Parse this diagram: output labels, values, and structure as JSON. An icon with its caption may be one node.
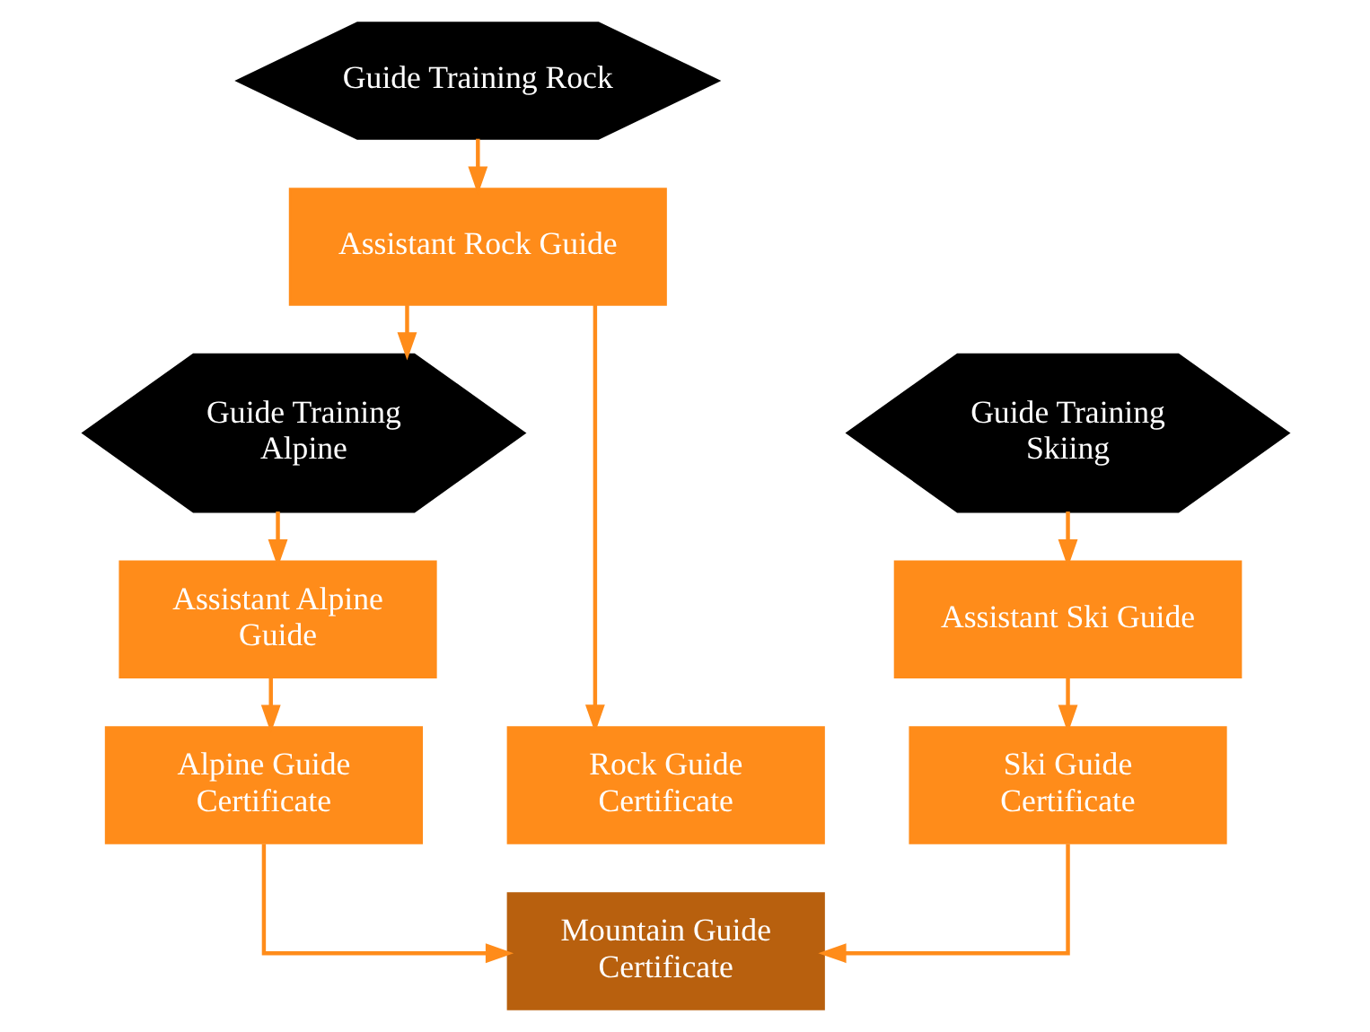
{
  "diagram": {
    "nodes": [
      {
        "text": [
          "Guide Training Rock"
        ]
      },
      {
        "text": [
          "Assistant Rock Guide"
        ]
      },
      {
        "text": [
          "Guide Training Alpine"
        ]
      },
      {
        "text": [
          "Guide Training Skiing"
        ]
      },
      {
        "text": [
          "Assistant Alpine Guide"
        ]
      },
      {
        "text": [
          "Assistant Ski Guide"
        ]
      },
      {
        "text": [
          "Rock Guide Certificate"
        ]
      },
      {
        "text": [
          "Alpine Guide Certificate"
        ]
      },
      {
        "text": [
          "Ski Guide Certificate"
        ]
      },
      {
        "text": [
          "Mountain Guide Certificate"
        ]
      }
    ],
    "edges": [
      {
        "from": 0,
        "to": 1,
        "arrow": "to"
      },
      {
        "from": 1,
        "to": 2,
        "arrow": "to"
      },
      {
        "from": 1,
        "to": 6,
        "arrow": "to"
      },
      {
        "from": 2,
        "to": 4,
        "arrow": "to"
      },
      {
        "from": 3,
        "to": 5,
        "arrow": "to"
      },
      {
        "from": 4,
        "to": 7,
        "arrow": "to"
      },
      {
        "from": 5,
        "to": 8,
        "arrow": "to"
      },
      {
        "from": 7,
        "to": 9,
        "arrow": "to"
      },
      {
        "from": 8,
        "to": 9,
        "arrow": "to"
      }
    ]
  }
}
